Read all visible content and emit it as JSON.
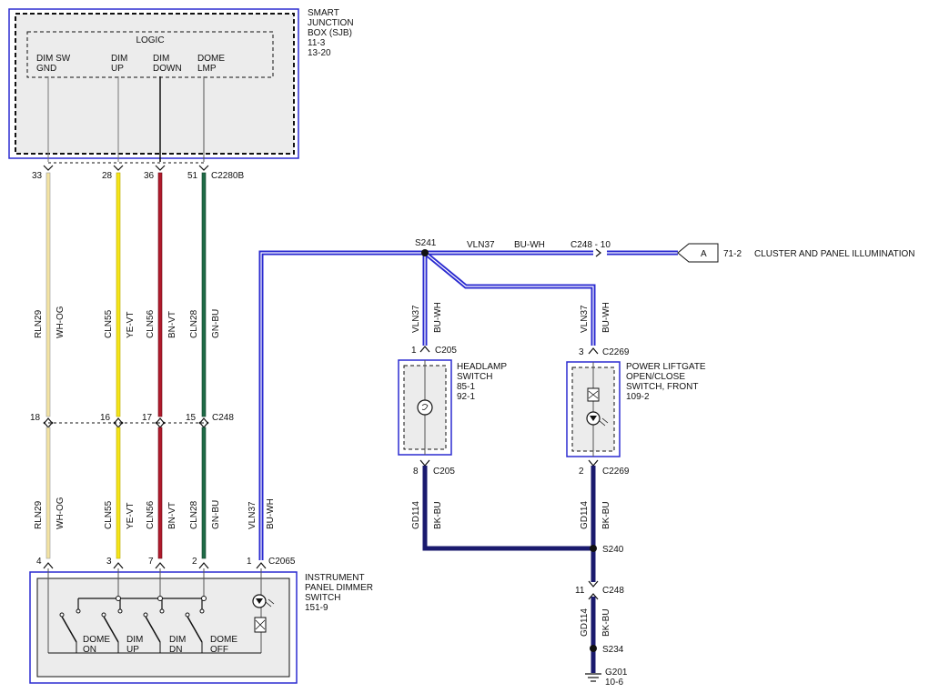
{
  "sjb": {
    "title": [
      "SMART",
      "JUNCTION",
      "BOX (SJB)",
      "11-3",
      "13-20"
    ],
    "logic": "LOGIC",
    "pins": [
      {
        "label": [
          "DIM SW",
          "GND"
        ],
        "pin": "33",
        "color": "#f3e3a3"
      },
      {
        "label": [
          "DIM",
          "UP"
        ],
        "pin": "28",
        "color": "#f4e419"
      },
      {
        "label": [
          "DIM",
          "DOWN"
        ],
        "pin": "36",
        "color": "#b01a2b"
      },
      {
        "label": [
          "DOME",
          "LMP"
        ],
        "pin": "51",
        "color": "#1f6b47"
      }
    ],
    "connector": "C2280B"
  },
  "wires_upper": [
    {
      "circuit": "RLN29",
      "color_code": "WH-OG"
    },
    {
      "circuit": "CLN55",
      "color_code": "YE-VT"
    },
    {
      "circuit": "CLN56",
      "color_code": "BN-VT"
    },
    {
      "circuit": "CLN28",
      "color_code": "GN-BU"
    }
  ],
  "c248_inline": {
    "pins": [
      "18",
      "16",
      "17",
      "15"
    ],
    "connector": "C248"
  },
  "wires_lower": [
    {
      "circuit": "RLN29",
      "color_code": "WH-OG"
    },
    {
      "circuit": "CLN55",
      "color_code": "YE-VT"
    },
    {
      "circuit": "CLN56",
      "color_code": "BN-VT"
    },
    {
      "circuit": "CLN28",
      "color_code": "GN-BU"
    },
    {
      "circuit": "VLN37",
      "color_code": "BU-WH"
    }
  ],
  "dimmer": {
    "pins": [
      "4",
      "3",
      "7",
      "2",
      "1"
    ],
    "connector": "C2065",
    "title": [
      "INSTRUMENT",
      "PANEL DIMMER",
      "SWITCH",
      "151-9"
    ],
    "switches": [
      [
        "DOME",
        "ON"
      ],
      [
        "DIM",
        "UP"
      ],
      [
        "DIM",
        "DN"
      ],
      [
        "DOME",
        "OFF"
      ]
    ]
  },
  "splice_s241": {
    "name": "S241",
    "circuit": "VLN37",
    "color_code": "BU-WH",
    "connector": "C248 - 10",
    "ref_letter": "A",
    "ref_page": "71-2",
    "destination": "CLUSTER AND PANEL ILLUMINATION"
  },
  "headlamp": {
    "wire_in": {
      "circuit": "VLN37",
      "color_code": "BU-WH"
    },
    "pin_in": "1",
    "conn_in": "C205",
    "title": [
      "HEADLAMP",
      "SWITCH",
      "85-1",
      "92-1"
    ],
    "pin_out": "8",
    "conn_out": "C205",
    "wire_out": {
      "circuit": "GD114",
      "color_code": "BK-BU"
    }
  },
  "liftgate": {
    "wire_in": {
      "circuit": "VLN37",
      "color_code": "BU-WH"
    },
    "pin_in": "3",
    "conn_in": "C2269",
    "title": [
      "POWER LIFTGATE",
      "OPEN/CLOSE",
      "SWITCH, FRONT",
      "109-2"
    ],
    "pin_out": "2",
    "conn_out": "C2269",
    "wire_out": {
      "circuit": "GD114",
      "color_code": "BK-BU"
    }
  },
  "ground": {
    "splice1": "S240",
    "c248_pin": "11",
    "c248_name": "C248",
    "circuit": "GD114",
    "color_code": "BK-BU",
    "splice2": "S234",
    "ground_name": "G201",
    "ground_page": "10-6"
  },
  "colors": {
    "blue_wire": "#2b2bd0",
    "ground_wire": "#1a1a6e",
    "box_fill": "#ececec",
    "box_border": "#2b2bd0"
  }
}
